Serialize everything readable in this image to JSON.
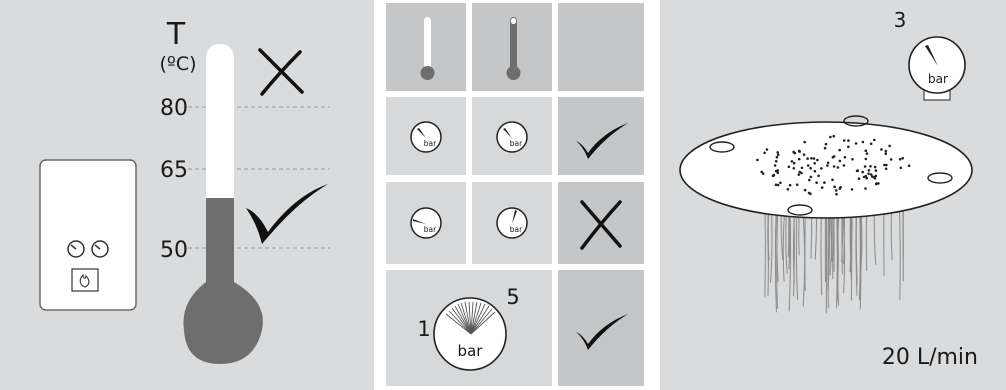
{
  "left": {
    "temp_symbol": "T",
    "temp_unit": "(ºC)",
    "marks": [
      "80",
      "65",
      "50"
    ]
  },
  "grid": {
    "gauge_unit": "bar",
    "range_min": "1",
    "range_max": "5"
  },
  "right": {
    "pressure_value": "3",
    "gauge_unit": "bar",
    "flow_rate": "20 L/min"
  }
}
